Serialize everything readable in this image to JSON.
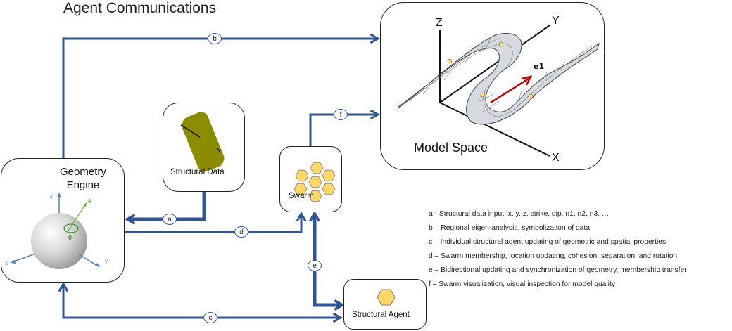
{
  "title": "Agent Communications",
  "colors": {
    "connector": "#2f5597",
    "hexagon_fill": "#ffd966",
    "structural_data_fill": "#8c8c00",
    "vector_red": "#c00000"
  },
  "nodes": {
    "geometry_engine": {
      "label_line1": "Geometry",
      "label_line2": "Engine",
      "axes": {
        "x": "x",
        "y": "y",
        "z": "z",
        "e": "ê",
        "theta": "θ"
      }
    },
    "structural_data": {
      "label": "Structural Data"
    },
    "swarm": {
      "label": "Swarm"
    },
    "model_space": {
      "label": "Model Space",
      "axes": {
        "x": "X",
        "y": "Y",
        "z": "Z"
      },
      "vector_label": "e1"
    },
    "structural_agent": {
      "label": "Structural Agent"
    }
  },
  "connectors": [
    {
      "id": "a",
      "from": "Structural Data",
      "to": "Geometry Engine"
    },
    {
      "id": "b",
      "from": "Geometry Engine",
      "to": "Model Space"
    },
    {
      "id": "c",
      "from": "Structural Agent",
      "to": "Geometry Engine",
      "bidirectional": true
    },
    {
      "id": "d",
      "from": "Geometry Engine",
      "to": "Swarm"
    },
    {
      "id": "e",
      "from": "Swarm",
      "to": "Structural Agent",
      "bidirectional": true
    },
    {
      "id": "f",
      "from": "Swarm",
      "to": "Model Space"
    }
  ],
  "legend": [
    "a - Structural data input, x, y, z, strike, dip, n1, n2, n3, …",
    "b – Regional eigen-analysis, symbolization of data",
    "c – Individual structural agent updating of geometric and spatial properties",
    "d – Swarm membership, location updating, cohesion, separation, and rotation",
    "e – Bidirectional updating and synchronization of geometry, membership transfer",
    "f – Swarm visualization, visual inspection for model quality"
  ]
}
